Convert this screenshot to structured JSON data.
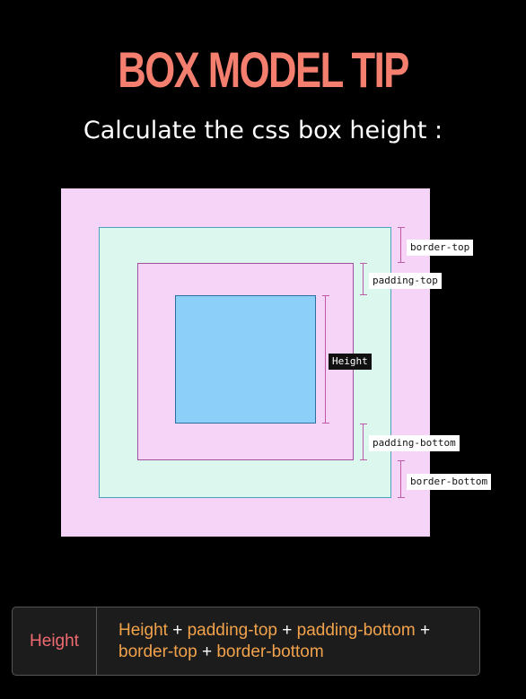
{
  "title": "BOX MODEL TIP",
  "subtitle": "Calculate the css box height :",
  "colors": {
    "title": "#f47f6f",
    "subtitle": "#ffffff",
    "margin_fill": "#f6d4f8",
    "border_fill": "#dcf7ee",
    "padding_fill": "#f6d4f8",
    "content_fill": "#8ccff8",
    "formula_term": "#f06a72",
    "formula_part": "#f2a24b"
  },
  "diagram": {
    "labels": {
      "border_top": "border-top",
      "padding_top": "padding-top",
      "height": "Height",
      "padding_bottom": "padding-bottom",
      "border_bottom": "border-bottom"
    }
  },
  "formula": {
    "term": "Height",
    "parts": [
      "Height",
      "padding-top",
      "padding-bottom",
      "border-top",
      "border-bottom"
    ],
    "operator": "+"
  }
}
